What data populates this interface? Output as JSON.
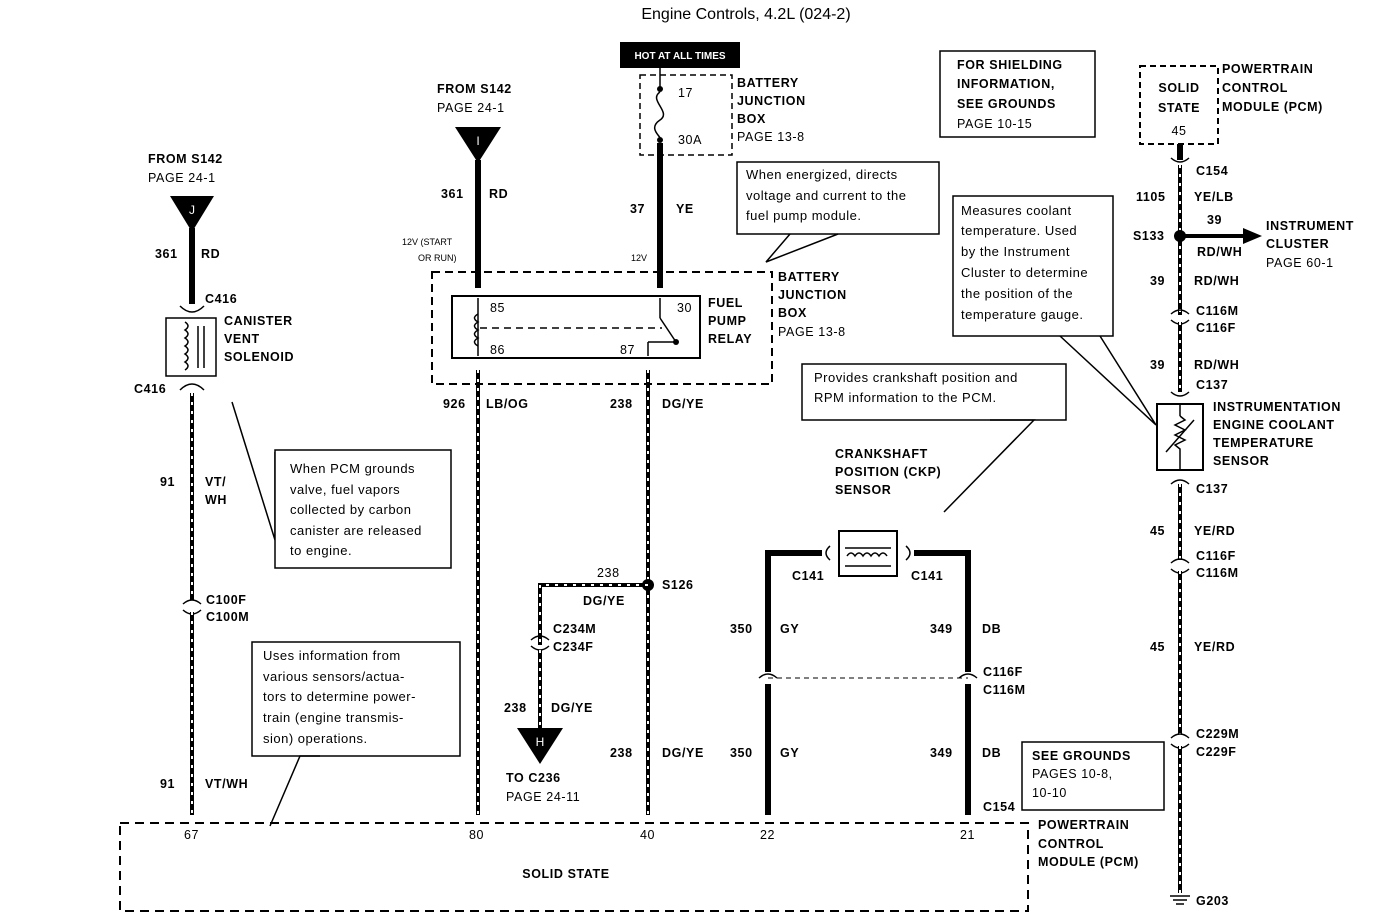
{
  "title": "Engine Controls, 4.2L (024-2)",
  "hot_at_all_times": "HOT AT ALL TIMES",
  "battery_junction_box": [
    "BATTERY",
    "JUNCTION",
    "BOX",
    "PAGE 13-8"
  ],
  "battery_junction_box_2": [
    "BATTERY",
    "JUNCTION",
    "BOX",
    "PAGE 13-8"
  ],
  "fuse": {
    "number": "17",
    "rating": "30A"
  },
  "from_s142_a": {
    "line1": "FROM S142",
    "line2": "PAGE 24-1",
    "connector": "J"
  },
  "from_s142_b": {
    "line1": "FROM S142",
    "line2": "PAGE 24-1",
    "connector": "I"
  },
  "shielding_note": [
    "FOR SHIELDING",
    "INFORMATION,",
    "SEE GROUNDS",
    "PAGE 10-15"
  ],
  "pcm_top": {
    "box": [
      "SOLID",
      "STATE",
      "45"
    ],
    "label": [
      "POWERTRAIN",
      "CONTROL",
      "MODULE (PCM)"
    ]
  },
  "relay_note": [
    "When energized, directs",
    "voltage and current to the",
    "fuel pump module."
  ],
  "coolant_note": [
    "Measures coolant",
    "temperature.  Used",
    "by the Instrument",
    "Cluster to determine",
    "the position of the",
    "temperature gauge."
  ],
  "ckp_note": [
    "Provides crankshaft position and",
    "RPM information to the PCM."
  ],
  "evap_note": [
    "When PCM grounds",
    "valve, fuel vapors",
    "collected by carbon",
    "canister are released",
    "to engine."
  ],
  "pcm_note": [
    "Uses information from",
    "various sensors/actua-",
    "tors to determine power-",
    "train (engine transmis-",
    "sion) operations."
  ],
  "grounds_note": [
    "SEE GROUNDS",
    "PAGES 10-8,",
    "10-10"
  ],
  "canister": {
    "label": [
      "CANISTER",
      "VENT",
      "SOLENOID"
    ],
    "c416_top": "C416",
    "c416_bot": "C416"
  },
  "left_wire": {
    "circuit_top": "361",
    "color_top": "RD",
    "circuit_mid": "91",
    "color_mid": [
      "VT/",
      "WH"
    ],
    "c100f": "C100F",
    "c100m": "C100M",
    "circuit_bot": "91",
    "color_bot": "VT/WH",
    "pin": "67"
  },
  "relay_wire_85": {
    "circuit": "361",
    "color": "RD",
    "note": [
      "12V (START",
      "OR RUN)"
    ]
  },
  "relay_wire_30": {
    "circuit": "37",
    "color": "YE",
    "note": "12V"
  },
  "fuel_pump_relay": {
    "label": [
      "FUEL",
      "PUMP",
      "RELAY"
    ],
    "p85": "85",
    "p86": "86",
    "p30": "30",
    "p87": "87"
  },
  "wire_926": {
    "circuit": "926",
    "color": "LB/OG",
    "pin": "80"
  },
  "wire_238": {
    "circuit": "238",
    "color": "DG/YE",
    "splice": "S126",
    "branch_circuit": "238",
    "branch_color": "DG/YE",
    "c234m": "C234M",
    "c234f": "C234F",
    "branch_circuit2": "238",
    "branch_color2": "DG/YE",
    "connector": "H",
    "to": "TO C236",
    "to_page": "PAGE 24-11",
    "circuit_low": "238",
    "color_low": "DG/YE",
    "pin": "40"
  },
  "ckp": {
    "label": [
      "CRANKSHAFT",
      "POSITION (CKP)",
      "SENSOR"
    ],
    "c141_left": "C141",
    "c141_right": "C141"
  },
  "wire_350": {
    "circuit": "350",
    "color": "GY",
    "circuit2": "350",
    "color2": "GY",
    "pin": "22"
  },
  "wire_349": {
    "circuit": "349",
    "color": "DB",
    "circuit2": "349",
    "color2": "DB",
    "c116f": "C116F",
    "c116m": "C116M",
    "pin": "21",
    "c154": "C154"
  },
  "right_wire": {
    "c154": "C154",
    "circuit_1105": "1105",
    "color_1105": "YE/LB",
    "s133": "S133",
    "branch_circuit": "39",
    "branch_color": "RD/WH",
    "instrument_cluster": [
      "INSTRUMENT",
      "CLUSTER",
      "PAGE 60-1"
    ],
    "circuit_39a": "39",
    "color_39a": "RD/WH",
    "c116m": "C116M",
    "c116f": "C116F",
    "circuit_39b": "39",
    "color_39b": "RD/WH",
    "c137_top": "C137",
    "sensor_label": [
      "INSTRUMENTATION",
      "ENGINE COOLANT",
      "TEMPERATURE",
      "SENSOR"
    ],
    "c137_bot": "C137",
    "circuit_45a": "45",
    "color_45a": "YE/RD",
    "c116f_2": "C116F",
    "c116m_2": "C116M",
    "circuit_45b": "45",
    "color_45b": "YE/RD",
    "c229m": "C229M",
    "c229f": "C229F",
    "g203": "G203"
  },
  "pcm_bottom": {
    "label": "SOLID STATE",
    "module": [
      "POWERTRAIN",
      "CONTROL",
      "MODULE (PCM)"
    ]
  }
}
